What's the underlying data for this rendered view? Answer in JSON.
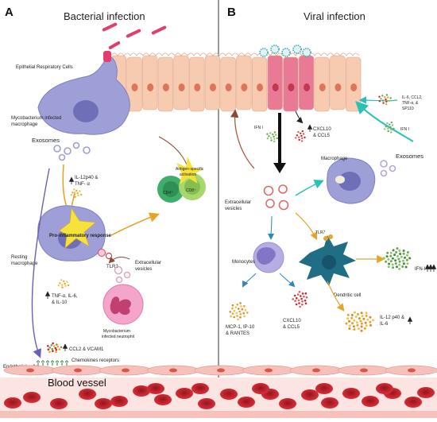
{
  "panels": {
    "a_letter": "A",
    "a_title": "Bacterial infection",
    "b_letter": "B",
    "b_title": "Viral infection"
  },
  "labels": {
    "epithelial": "Epithelial Respiratory Cells",
    "myco_macrophage_1": "Mycobacterium infected",
    "myco_macrophage_2": "macrophage",
    "exosomes_a": "Exosomes",
    "il12_1": "IL-12p40 &",
    "il12_2": "TNF- α",
    "antigen_1": "Antigen-specific",
    "antigen_2": "activation",
    "cd4": "CD4⁺",
    "cd8": "CD8⁺",
    "pro_inflammatory": "Pro-inflammatory response",
    "resting_1": "Resting",
    "resting_2": "macrophage",
    "tlr2": "TLR2",
    "ev_a_1": "Extracellular",
    "ev_a_2": "vesicles",
    "tnf_1": "TNF-α, IL-6,",
    "tnf_2": "& IL-10",
    "neutrophil_1": "Mycobacterium",
    "neutrophil_2": "infected neutrophil",
    "ccl2": "CCL2 & VCAM1",
    "chemokine_receptors": "Chemokines receptors",
    "endothelial": "Endothelial cells",
    "blood_vessel": "Blood vessel",
    "ifn_i_left": "IFN I",
    "cxcl10_1": "CXCL10",
    "cxcl10_2": "& CCL5",
    "il6_1": "IL-6, CCL2,",
    "il6_2": "TNF-α, &",
    "il6_3": "SP110",
    "ifn_i_right": "IFN I",
    "exosomes_b": "Exosomes",
    "macrophage_b": "Macrophage",
    "ev_b_1": "Extracellular",
    "ev_b_2": "vesicles",
    "tlr7": "TLR7",
    "ifn_ii": "IFN-I",
    "monocytes": "Monocytes",
    "dendritic": "Dendritic cell",
    "mcp_1": "MCP-1, IP-10",
    "mcp_2": "& RANTES",
    "cxcl10_b_1": "CXCL10",
    "cxcl10_b_2": "& CCL5",
    "il12_b_1": "IL-12 p40 &",
    "il12_b_2": "IL-6"
  },
  "colors": {
    "epithelial_fill": "#f6cbb0",
    "epithelial_infected": "#e97a95",
    "nucleus": "#e0745a",
    "macrophage": "#9d9fd6",
    "macrophage_nucleus": "#6f6fb8",
    "blood": "#c8252f",
    "endothelial": "#f7c1bb",
    "arrow_teal": "#2cc1b5",
    "arrow_gold": "#e6a52a",
    "arrow_blue": "#2e86c1",
    "arrow_brown": "#b0563a",
    "tcell_cd4": "#3fae6a",
    "tcell_cd8": "#a6d86d",
    "dendritic": "#1f6e85",
    "neutrophil": "#f3a6c9",
    "star": "#f5e33b"
  }
}
